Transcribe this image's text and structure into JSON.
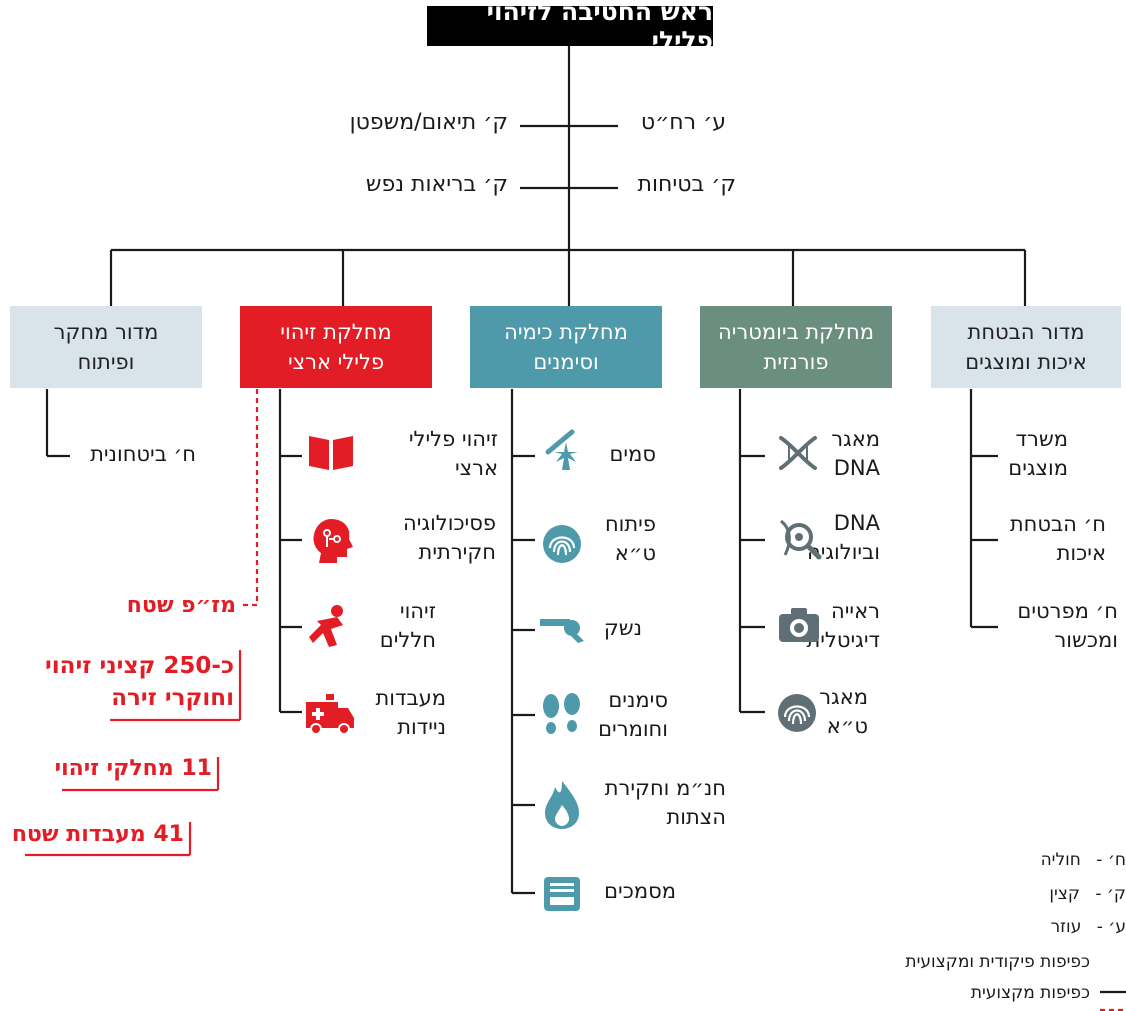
{
  "header": {
    "title": "ראש החטיבה לזיהוי פלילי"
  },
  "staff": {
    "right": [
      "ע׳ רח״ט",
      "ק׳ בטיחות"
    ],
    "left": [
      "ק׳ תיאום/משפטן",
      "ק׳ בריאות נפש"
    ]
  },
  "departments": [
    {
      "line1": "מדור הבטחת",
      "line2": "איכות ומוצגים"
    },
    {
      "line1": "מחלקת ביומטריה",
      "line2": "פורנזית"
    },
    {
      "line1": "מחלקת כימיה",
      "line2": "וסימנים"
    },
    {
      "line1": "מחלקת זיהוי",
      "line2": "פלילי ארצי"
    },
    {
      "line1": "מדור מחקר",
      "line2": "ופיתוח"
    }
  ],
  "quality_items": [
    {
      "line1": "משרד",
      "line2": "מוצגים"
    },
    {
      "line1": "ח׳ הבטחת",
      "line2": "איכות"
    },
    {
      "line1": "ח׳ מפרטים",
      "line2": "ומכשור"
    }
  ],
  "biometrics_items": [
    {
      "line1": "מאגר",
      "line2": "DNA",
      "icon": "dna-icon"
    },
    {
      "line1": "DNA",
      "line2": "וביולוגיה",
      "icon": "dna-magnifier-icon"
    },
    {
      "line1": "ראייה",
      "line2": "דיגיטלית",
      "icon": "camera-icon"
    },
    {
      "line1": "מאגר",
      "line2": "ט״א",
      "icon": "fingerprint-icon"
    }
  ],
  "chemistry_items": [
    {
      "line1": "סמים",
      "line2": "",
      "icon": "drugs-icon"
    },
    {
      "line1": "פיתוח",
      "line2": "ט״א",
      "icon": "fingerprint-icon"
    },
    {
      "line1": "נשק",
      "line2": "",
      "icon": "revolver-icon"
    },
    {
      "line1": "סימנים",
      "line2": "וחומרים",
      "icon": "footprints-icon"
    },
    {
      "line1": "חנ״מ וחקירת",
      "line2": "הצתות",
      "icon": "fire-icon"
    },
    {
      "line1": "מסמכים",
      "line2": "",
      "icon": "file-tray-icon"
    }
  ],
  "forensic_items": [
    {
      "line1": "זיהוי פלילי",
      "line2": "ארצי",
      "icon": "book-icon"
    },
    {
      "line1": "פסיכולוגיה",
      "line2": "חקירתית",
      "icon": "brain-head-icon"
    },
    {
      "line1": "זיהוי",
      "line2": "חללים",
      "icon": "body-icon"
    },
    {
      "line1": "מעבדות",
      "line2": "ניידות",
      "icon": "ambulance-icon"
    }
  ],
  "research_items": [
    {
      "line1": "ח׳ ביטחונית"
    }
  ],
  "field": {
    "title": "מז״פ שטח",
    "officers_a": "כ-250 קציני זיהוי",
    "officers_b": "וחוקרי זירה",
    "departments": "11 מחלקי זיהוי",
    "labs": "41 מעבדות שטח"
  },
  "legend": {
    "abbr": [
      {
        "code": "ח׳ -",
        "meaning": "חוליה"
      },
      {
        "code": "ק׳ -",
        "meaning": "קצין"
      },
      {
        "code": "ע׳ -",
        "meaning": "עוזר"
      }
    ],
    "solid": "כפיפות פיקודית ומקצועית",
    "dashed": "כפיפות מקצועית"
  },
  "colors": {
    "red": "#e21d25",
    "teal": "#4e9aab",
    "green": "#6a8e7f",
    "grey": "#d9e3ea",
    "black": "#000000"
  }
}
